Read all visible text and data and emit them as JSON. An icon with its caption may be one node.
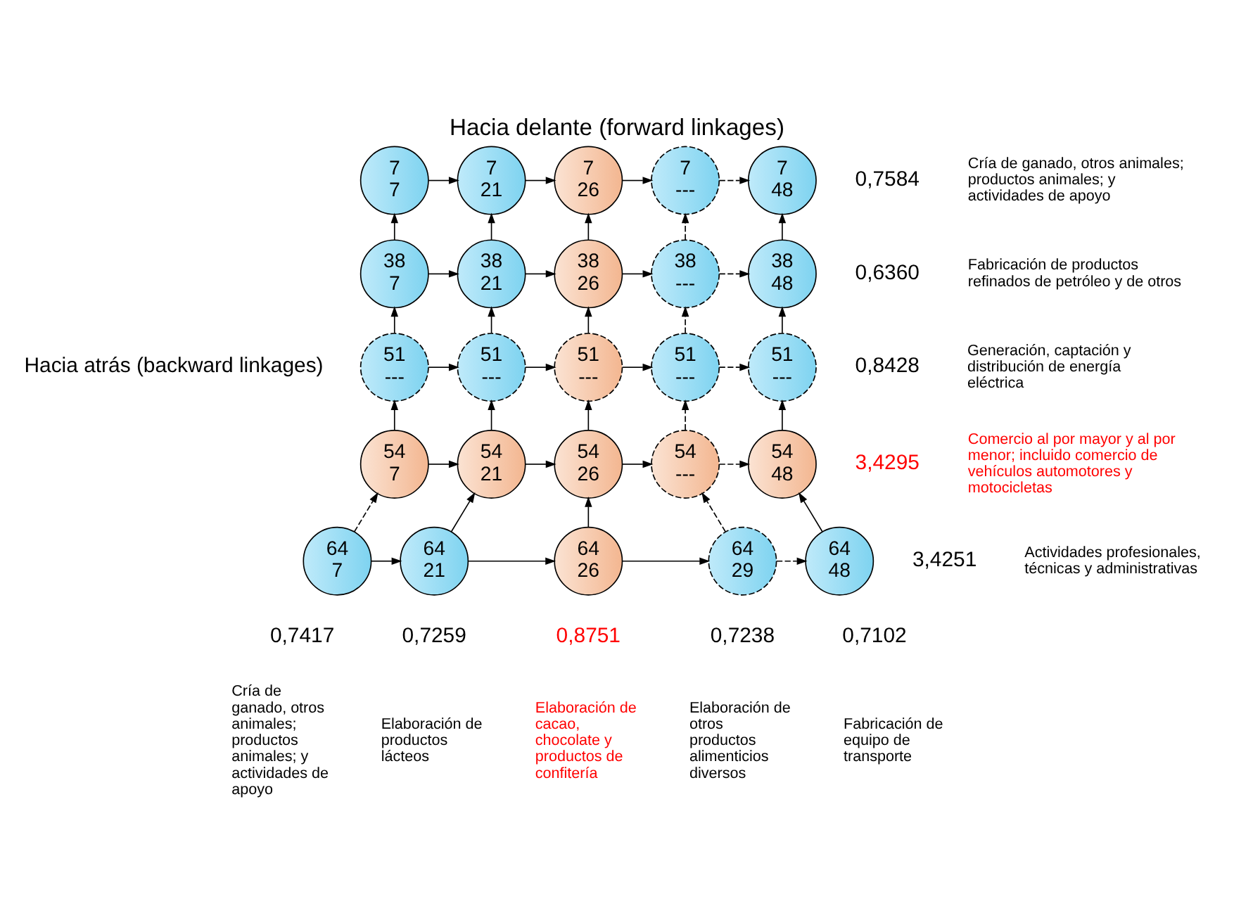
{
  "diagram": {
    "title": "Hacia delante (forward linkages)",
    "nodes": [
      {
        "text": [
          "7",
          "7"
        ]
      },
      {
        "text": [
          "7",
          "21"
        ]
      },
      {
        "text": [
          "7",
          "26"
        ]
      },
      {
        "text": [
          "7",
          "---"
        ]
      },
      {
        "text": [
          "7",
          "48"
        ]
      },
      {
        "text": [
          "38",
          "7"
        ]
      },
      {
        "text": [
          "38",
          "21"
        ]
      },
      {
        "text": [
          "38",
          "26"
        ]
      },
      {
        "text": [
          "38",
          "---"
        ]
      },
      {
        "text": [
          "38",
          "48"
        ]
      },
      {
        "text": [
          "51",
          "---"
        ]
      },
      {
        "text": [
          "51",
          "---"
        ]
      },
      {
        "text": [
          "51",
          "---"
        ]
      },
      {
        "text": [
          "51",
          "---"
        ]
      },
      {
        "text": [
          "51",
          "---"
        ]
      },
      {
        "text": [
          "54",
          "7"
        ]
      },
      {
        "text": [
          "54",
          "21"
        ]
      },
      {
        "text": [
          "54",
          "26"
        ]
      },
      {
        "text": [
          "54",
          "---"
        ]
      },
      {
        "text": [
          "54",
          "48"
        ]
      },
      {
        "text": [
          "64",
          "7"
        ]
      },
      {
        "text": [
          "64",
          "21"
        ]
      },
      {
        "text": [
          "64",
          "26"
        ]
      },
      {
        "text": [
          "64",
          "29"
        ]
      },
      {
        "text": [
          "64",
          "48"
        ]
      }
    ],
    "edges": [
      {
        "from": 0,
        "to": 1,
        "arrow": "to"
      },
      {
        "from": 1,
        "to": 2,
        "arrow": "to"
      },
      {
        "from": 2,
        "to": 3,
        "arrow": "to"
      },
      {
        "from": 3,
        "to": 4,
        "arrow": "to",
        "style": "dashed"
      },
      {
        "from": 5,
        "to": 0,
        "arrow": "to"
      },
      {
        "from": 6,
        "to": 1,
        "arrow": "to"
      },
      {
        "from": 7,
        "to": 2,
        "arrow": "to"
      },
      {
        "from": 8,
        "to": 3,
        "arrow": "to",
        "style": "dashed"
      },
      {
        "from": 9,
        "to": 4,
        "arrow": "to"
      },
      {
        "from": 5,
        "to": 6,
        "arrow": "to"
      },
      {
        "from": 6,
        "to": 7,
        "arrow": "to"
      },
      {
        "from": 7,
        "to": 8,
        "arrow": "to"
      },
      {
        "from": 8,
        "to": 9,
        "arrow": "to",
        "style": "dashed"
      },
      {
        "from": 10,
        "to": 5,
        "arrow": "to"
      },
      {
        "from": 11,
        "to": 6,
        "arrow": "to"
      },
      {
        "from": 12,
        "to": 7,
        "arrow": "to"
      },
      {
        "from": 13,
        "to": 8,
        "arrow": "to",
        "style": "dashed"
      },
      {
        "from": 14,
        "to": 9,
        "arrow": "to"
      },
      {
        "from": 10,
        "to": 11,
        "arrow": "to"
      },
      {
        "from": 11,
        "to": 12,
        "arrow": "to"
      },
      {
        "from": 12,
        "to": 13,
        "arrow": "to"
      },
      {
        "from": 13,
        "to": 14,
        "arrow": "to",
        "style": "dashed"
      },
      {
        "from": 15,
        "to": 10,
        "arrow": "to"
      },
      {
        "from": 16,
        "to": 11,
        "arrow": "to"
      },
      {
        "from": 17,
        "to": 12,
        "arrow": "to"
      },
      {
        "from": 18,
        "to": 13,
        "arrow": "to",
        "style": "dashed"
      },
      {
        "from": 19,
        "to": 14,
        "arrow": "to"
      },
      {
        "from": 15,
        "to": 16,
        "arrow": "to"
      },
      {
        "from": 16,
        "to": 17,
        "arrow": "to"
      },
      {
        "from": 17,
        "to": 18,
        "arrow": "to"
      },
      {
        "from": 18,
        "to": 19,
        "arrow": "to",
        "style": "dashed"
      },
      {
        "from": 20,
        "to": 15,
        "arrow": "to",
        "style": "dashed"
      },
      {
        "from": 21,
        "to": 16,
        "arrow": "to"
      },
      {
        "from": 22,
        "to": 17,
        "arrow": "to"
      },
      {
        "from": 23,
        "to": 18,
        "arrow": "to",
        "style": "dashed"
      },
      {
        "from": 24,
        "to": 19,
        "arrow": "to"
      },
      {
        "from": 20,
        "to": 21,
        "arrow": "to"
      },
      {
        "from": 21,
        "to": 22,
        "arrow": "to"
      },
      {
        "from": 22,
        "to": 23,
        "arrow": "to"
      },
      {
        "from": 23,
        "to": 24,
        "arrow": "to",
        "style": "dashed"
      }
    ],
    "labels": [
      "Hacia atrás (backward linkages)",
      "0,7584",
      "Cría de ganado, otros animales; productos animales; y actividades de apoyo",
      "0,6360",
      "Fabricación de productos refinados de petróleo y de otros",
      "0,8428",
      "Generación, captación y distribución de energía eléctrica",
      "3,4295",
      "Comercio al por mayor y al por menor; incluido comercio de vehículos automotores y motocicletas",
      "3,4251",
      "Actividades profesionales, técnicas y administrativas",
      "0,7417",
      "0,7259",
      "0,8751",
      "0,7238",
      "0,7102",
      "Cría de ganado, otros animales; productos animales; y actividades de apoyo",
      "Elaboración de productos lácteos",
      "Elaboración de cacao, chocolate y productos de confitería",
      "Elaboración de otros productos alimenticios diversos",
      "Fabricación de equipo de transporte"
    ]
  }
}
